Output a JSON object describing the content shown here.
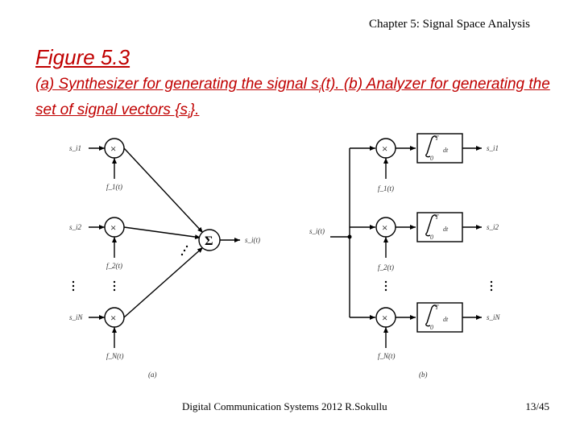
{
  "header": {
    "chapter": "Chapter 5: Signal Space Analysis"
  },
  "figure": {
    "title": "Figure 5.3",
    "caption_part1": "(a) Synthesizer for generating the signal s",
    "caption_sub1": "i",
    "caption_part2": "(t). (b) Analyzer for generating the set of signal vectors {s",
    "caption_sub2": "i",
    "caption_part3": "}."
  },
  "diagram_a": {
    "coefficients": [
      "s_i1",
      "s_i2",
      "s_iN"
    ],
    "basis": [
      "f_1(t)",
      "f_2(t)",
      "f_N(t)"
    ],
    "summer_symbol": "Σ",
    "output": "s_i(t)",
    "label": "(a)"
  },
  "diagram_b": {
    "input": "s_i(t)",
    "basis": [
      "f_1(t)",
      "f_2(t)",
      "f_N(t)"
    ],
    "integral_upper": "T",
    "integral_lower": "0",
    "integrand": "dt",
    "outputs": [
      "s_i1",
      "s_i2",
      "s_iN"
    ],
    "label": "(b)"
  },
  "footer": {
    "left": "Digital Communication Systems 2012 R.Sokullu",
    "page": "13/45"
  }
}
